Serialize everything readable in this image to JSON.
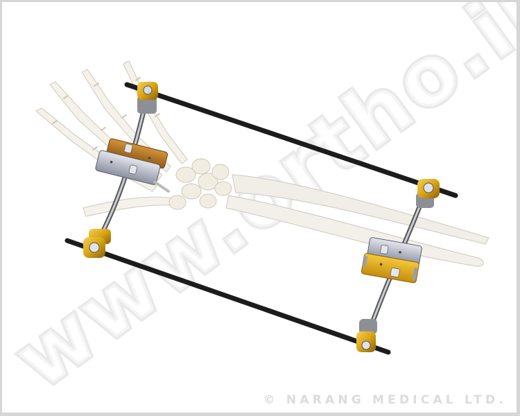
{
  "image": {
    "subject": "External wrist fixator mounted on skeletal hand and forearm",
    "background_color": "#ffffff",
    "frame_color": "#d6d6d6"
  },
  "watermark": {
    "text": "www.ortho.in",
    "color": "#e6e6e6"
  },
  "copyright": {
    "text": "© NARANG MEDICAL LTD."
  },
  "colors": {
    "bone": "#f4f1ea",
    "bone_shadow": "#d8d2c4",
    "rod": "#1c1c1c",
    "gold_clamp": "#d9a414",
    "bronze_clamp": "#b8781e",
    "silver_clamp": "#b9bcc6",
    "yellow_plate": "#e8b21a"
  }
}
